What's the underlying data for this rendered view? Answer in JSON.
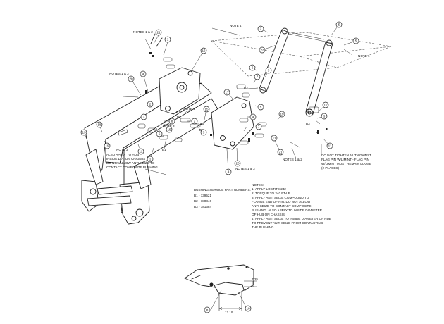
{
  "callouts": [
    "NOTES 1 & 2",
    "NOTE 4",
    "NOTES 1 & 2",
    "NOTE 4",
    "NOTE 4",
    "NOTE 3",
    "NOTE 3",
    "NOTES 1 & 2",
    "NOTES 1 & 2"
  ],
  "bubbles": [
    "21",
    "1",
    "16",
    "4",
    "20",
    "2",
    "3",
    "13",
    "18",
    "5",
    "1",
    "2",
    "15",
    "12",
    "19",
    "8",
    "15",
    "3",
    "17",
    "2",
    "6",
    "7",
    "3",
    "23",
    "5",
    "4",
    "7",
    "11",
    "4",
    "19",
    "5",
    "5",
    "11",
    "3",
    "12",
    "20",
    "21",
    "8",
    "10"
  ],
  "bushing_refs": [
    "B1",
    "B2",
    "B3",
    "B1",
    "B2",
    "B3",
    "B1",
    "B3",
    "B3"
  ],
  "note_3_text": [
    "ALSO APPLY TO HUB",
    "INSIDE DIA. ON CHASSIS",
    "DO NOT ALLOW ANTI SEIZE TO",
    "CONTACT COMPOSITE BUSHING"
  ],
  "right_note_text": [
    "DO NOT TIGHTEN NUT AGAINST",
    "FLAG PIN W/LIMINT - FLAG PIN",
    "W/LIMINT MUST REMAIN LOOSE",
    "(2 PLACES)"
  ],
  "bushing_table": [
    "BUSHING SERVICE PART NUMBERS:",
    "B1 - 139521",
    "B2 - 180846",
    "B3 - 181384"
  ],
  "notes": [
    "NOTES:",
    "1. APPLY LOCTITE 242",
    "2. TORQUE TO 240 FT-LB",
    "3. APPLY ANTI SEIZE COMPOUND TO",
    "   FLANGE END OF PIN.  DO NOT ALLOW",
    "   ANTI SEIZE TO CONTACT COMPOSITE",
    "   BUSHING.  ALSO APPLY TO INSIDE DIAMETER",
    "   OF HUB ON CHASSIS.",
    "4. APPLY ANTI SEIZE TO INSIDE DIAMETER OF HUB",
    "   TO PREVENT ANTI SEIZE FROM CONTACTING",
    "   THE BUSHING."
  ],
  "dimensions": [
    "7.25",
    "12.19"
  ]
}
